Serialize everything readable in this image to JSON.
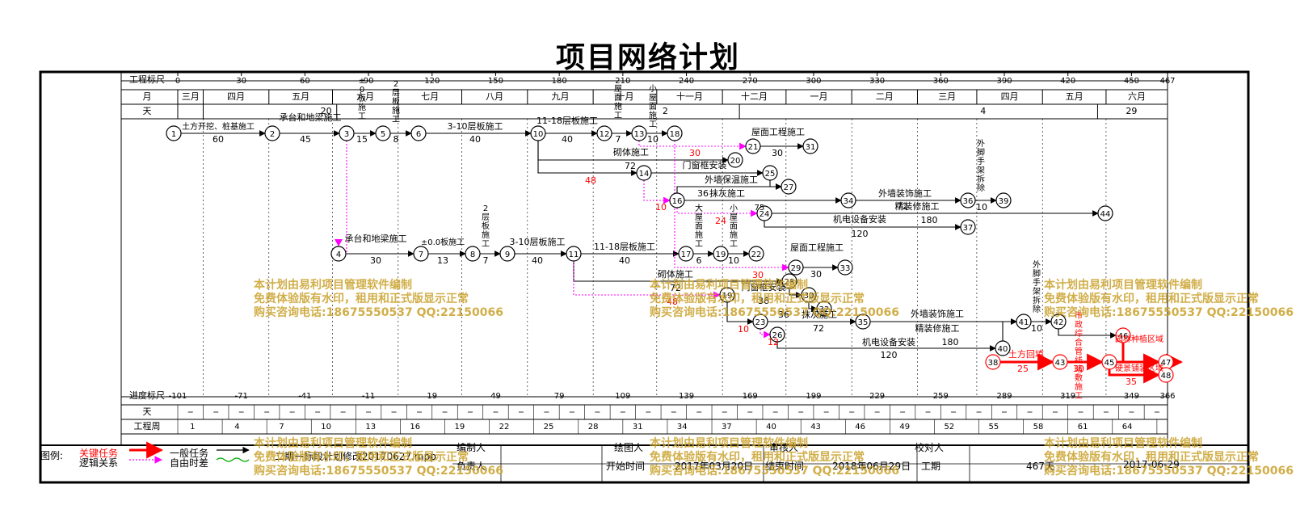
{
  "title": "项目网络计划",
  "header": {
    "row_labels": {
      "scale": "工程标尺",
      "month": "月",
      "day": "天"
    },
    "scale_ticks": [
      0,
      30,
      60,
      90,
      120,
      150,
      180,
      210,
      240,
      270,
      300,
      330,
      360,
      390,
      420,
      450,
      467
    ],
    "months": [
      "三月",
      "四月",
      "五月",
      "六月",
      "七月",
      "八月",
      "九月",
      "十月",
      "十一月",
      "十二月",
      "一月",
      "二月",
      "三月",
      "四月",
      "五月",
      "六月"
    ],
    "day_texts": [
      "20",
      "2",
      "4",
      "29"
    ]
  },
  "footer_rows": {
    "labels": {
      "progress": "进度标尺",
      "day": "天",
      "week": "工程周"
    },
    "progress_ticks": [
      "-101",
      "-71",
      "-41",
      "-11",
      "19",
      "49",
      "79",
      "109",
      "139",
      "169",
      "199",
      "229",
      "259",
      "289",
      "319",
      "349",
      "366"
    ],
    "weeks": [
      "1",
      "4",
      "7",
      "10",
      "13",
      "16",
      "19",
      "22",
      "25",
      "28",
      "31",
      "34",
      "37",
      "40",
      "43",
      "46",
      "49",
      "52",
      "55",
      "58",
      "61",
      "64"
    ]
  },
  "legend": {
    "label": "图例:",
    "critical": "关键任务",
    "logic": "逻辑关系",
    "normal": "一般任务",
    "float": "自由时差"
  },
  "info": {
    "file": "二期一标段计划修改20170627.mpp",
    "editor_label": "编制人",
    "drawer_label": "绘图人",
    "reviewer_label": "审核人",
    "checker_label": "校对人",
    "owner_label": "负责人",
    "start_label": "开始时间",
    "start_value": "2017年03月20日",
    "end_label": "结束时间",
    "end_value": "2018年06月29日",
    "duration_label": "工期",
    "duration_value": "467天",
    "date_value": "2017-06-29"
  },
  "watermark": {
    "line1": "本计划由易利项目管理软件编制",
    "line2": "免费体验版有水印，租用和正式版显示正常",
    "line3": "购买咨询电话:18675550537 QQ:22150066"
  },
  "colors": {
    "critical": "#ff0000",
    "float": "#ff00ff",
    "watermark": "#c9a12a"
  },
  "tasks": [
    {
      "name": "土方开挖、桩基施工、验收及临建布置",
      "dur": "60"
    },
    {
      "name": "承台和地梁施工",
      "dur": "45"
    },
    {
      "name": "±0板施工",
      "dur": "15"
    },
    {
      "name": "2层板施工",
      "dur": "8"
    },
    {
      "name": "3-10层板施工",
      "dur": "40"
    },
    {
      "name": "11-18层板施工",
      "dur": "40"
    },
    {
      "name": "屋面施工",
      "dur": "7"
    },
    {
      "name": "小屋面施工",
      "dur": "10"
    },
    {
      "name": "屋面工程施工",
      "dur": "30"
    },
    {
      "name": "砌体施工",
      "dur": "30"
    },
    {
      "name": "门窗框安装",
      "dur": "72"
    },
    {
      "name": "外墙保温施工",
      "dur": "48"
    },
    {
      "name": "抹灰施工",
      "dur": "36"
    },
    {
      "name": "外墙装饰施工",
      "dur": "10"
    },
    {
      "name": "精装修施工",
      "dur": "72"
    },
    {
      "name": "外脚手架拆除",
      "dur": "10"
    },
    {
      "name": "机电设备安装",
      "dur": "120"
    },
    {
      "name": "承台和地梁施工",
      "dur": "30"
    },
    {
      "name": "±0.0板施工",
      "dur": "13"
    },
    {
      "name": "2层板施工",
      "dur": "7"
    },
    {
      "name": "3-10层板施工",
      "dur": "40"
    },
    {
      "name": "11-18层板施工",
      "dur": "40"
    },
    {
      "name": "大屋面施工",
      "dur": "6"
    },
    {
      "name": "小屋面施工",
      "dur": "10"
    },
    {
      "name": "屋面工程施工",
      "dur": "30"
    },
    {
      "name": "砌体施工",
      "dur": "72"
    },
    {
      "name": "门窗框安装",
      "dur": "48"
    },
    {
      "name": "外墙保温施工",
      "dur": "36"
    },
    {
      "name": "抹灰施工",
      "dur": "36"
    },
    {
      "name": "外墙装饰施工",
      "dur": "72"
    },
    {
      "name": "精装修施工",
      "dur": "180"
    },
    {
      "name": "外脚手架拆除",
      "dur": "10"
    },
    {
      "name": "机电设备安装",
      "dur": "120"
    },
    {
      "name": "市政综合管线暗敷施工",
      "dur": "30"
    },
    {
      "name": "土方回填",
      "dur": "25"
    },
    {
      "name": "园林种植区域",
      "dur": "35"
    },
    {
      "name": "硬景铺装区域",
      "dur": "35"
    }
  ],
  "float_values": [
    "30",
    "48",
    "10",
    "24",
    "30",
    "48",
    "10",
    "12"
  ],
  "extra_durations": [
    "180",
    "4",
    "2"
  ]
}
